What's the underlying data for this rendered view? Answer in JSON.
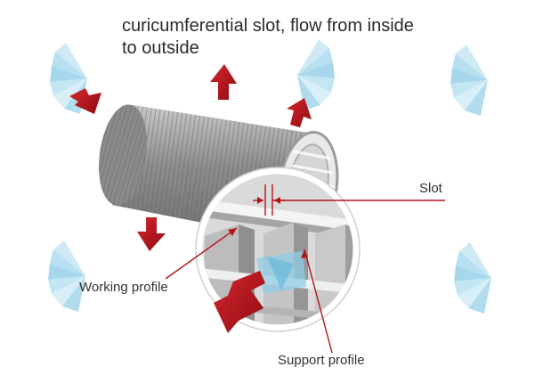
{
  "title": "curicumferential slot, flow from inside\nto outside",
  "labels": {
    "slot": "Slot",
    "working_profile": "Working profile",
    "support_profile": "Support profile"
  },
  "colors": {
    "arrow": "#b3141b",
    "leader_line": "#b3141b",
    "cylinder": "#9a9a9a",
    "fan": "#bfe3f2"
  }
}
